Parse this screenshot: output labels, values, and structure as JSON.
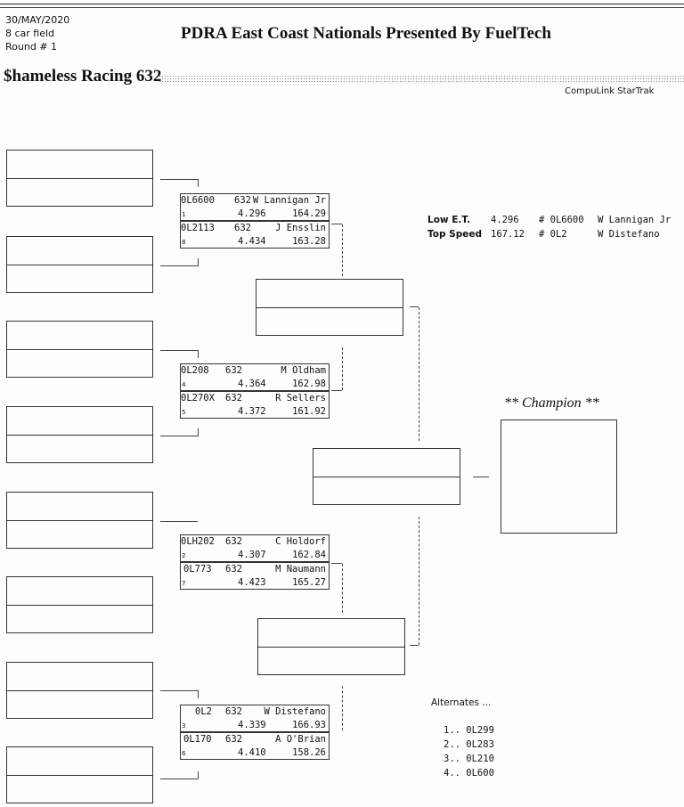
{
  "header": {
    "date": "30/MAY/2020",
    "field": "8 car field",
    "round": "Round # 1",
    "title": "PDRA East Coast Nationals Presented By FuelTech",
    "class_title": "$hameless Racing 632",
    "brand": "CompuLink StarTrak"
  },
  "matchups": [
    {
      "top": {
        "id": "0L6600",
        "class": "632",
        "name": "W Lannigan Jr",
        "seed": "1",
        "et": "4.296",
        "mph": "164.29"
      },
      "bottom": {
        "id": "0L2113",
        "class": "632",
        "name": "J Ensslin",
        "seed": "8",
        "et": "4.434",
        "mph": "163.28"
      }
    },
    {
      "top": {
        "id": "0L208",
        "class": "632",
        "name": "M Oldham",
        "seed": "4",
        "et": "4.364",
        "mph": "162.98"
      },
      "bottom": {
        "id": "0L270X",
        "class": "632",
        "name": "R Sellers",
        "seed": "5",
        "et": "4.372",
        "mph": "161.92"
      }
    },
    {
      "top": {
        "id": "0LH202",
        "class": "632",
        "name": "C Holdorf",
        "seed": "2",
        "et": "4.307",
        "mph": "162.84"
      },
      "bottom": {
        "id": "0L773",
        "class": "632",
        "name": "M Naumann",
        "seed": "7",
        "et": "4.423",
        "mph": "165.27"
      }
    },
    {
      "top": {
        "id": "0L2",
        "class": "632",
        "name": "W Distefano",
        "seed": "3",
        "et": "4.339",
        "mph": "166.93"
      },
      "bottom": {
        "id": "0L170",
        "class": "632",
        "name": "A O'Brian",
        "seed": "6",
        "et": "4.410",
        "mph": "158.26"
      }
    }
  ],
  "stats": {
    "low_et": {
      "label": "Low  E.T.",
      "value": "4.296",
      "car": "# 0L6600",
      "driver": "W Lannigan Jr"
    },
    "top_speed": {
      "label": "Top Speed",
      "value": "167.12",
      "car": "# 0L2",
      "driver": "W Distefano"
    }
  },
  "champion_label": "** Champion **",
  "alternates": {
    "title": "Alternates ...",
    "items": [
      "1.. 0L299",
      "2.. 0L283",
      "3.. 0L210",
      "4.. 0L600"
    ]
  }
}
